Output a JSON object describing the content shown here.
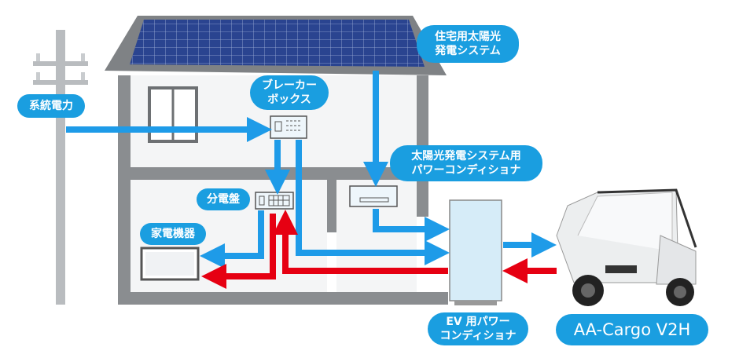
{
  "colors": {
    "label_bg": "#1a9ee0",
    "flow_blue": "#1e9be8",
    "flow_red": "#e60012",
    "house": "#8a8d90",
    "panel": "#233a7a"
  },
  "labels": {
    "grid_power": "系統電力",
    "breaker_box": "ブレーカー\nボックス",
    "residential_solar": "住宅用太陽光\n発電システム",
    "solar_pcs": "太陽光発電システム用\nパワーコンディショナ",
    "distribution_board": "分電盤",
    "appliances": "家電機器",
    "ev_pcs": "EV 用パワー\nコンディショナ",
    "vehicle": "AA-Cargo V2H"
  }
}
